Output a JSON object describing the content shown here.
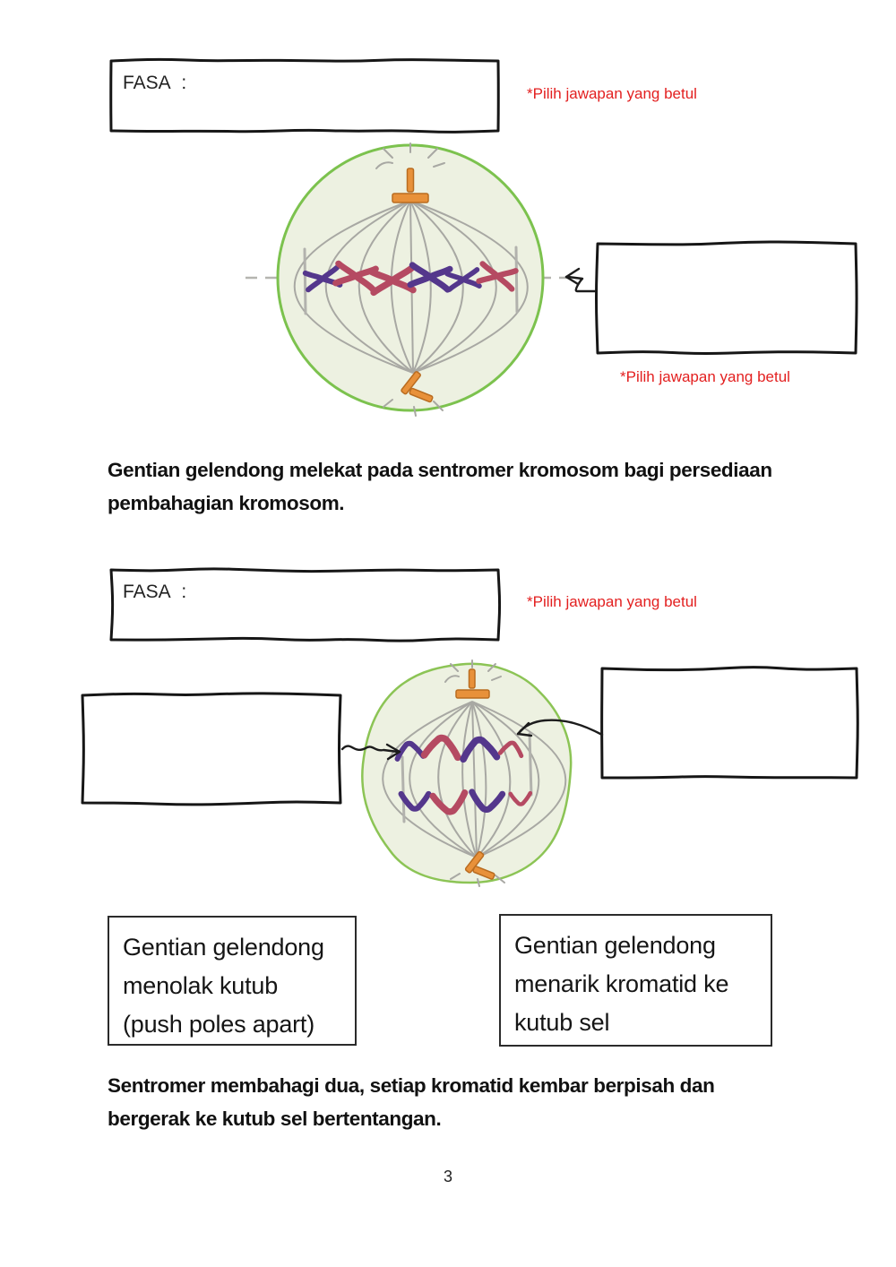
{
  "hints": {
    "pick": "*Pilih jawapan yang betul"
  },
  "section1": {
    "fasa_label": "FASA :",
    "caption": {
      "line1": "Gentian gelendong melekat pada sentromer kromosom bagi persediaan",
      "line2": "pembahagian kromosom."
    }
  },
  "section2": {
    "fasa_label": "FASA :",
    "options": [
      {
        "lines": [
          "Gentian gelendong",
          "menolak kutub",
          "(push poles apart)"
        ]
      },
      {
        "lines": [
          "Gentian gelendong",
          "menarik kromatid ke",
          "kutub sel"
        ]
      }
    ],
    "caption": {
      "line1": "Sentromer membahagi dua, setiap kromatid kembar berpisah dan",
      "line2": "bergerak ke kutub sel bertentangan."
    }
  },
  "page": {
    "number": "3"
  },
  "colors": {
    "hint_red": "#e32020",
    "cell_border_green": "#7cc24e",
    "cell_fill": "#edf1e1",
    "spindle_gray": "#a8a8a3",
    "centriole_orange": "#e8913a",
    "chromosome_purple": "#54378c",
    "chromosome_crimson": "#b54a62"
  }
}
